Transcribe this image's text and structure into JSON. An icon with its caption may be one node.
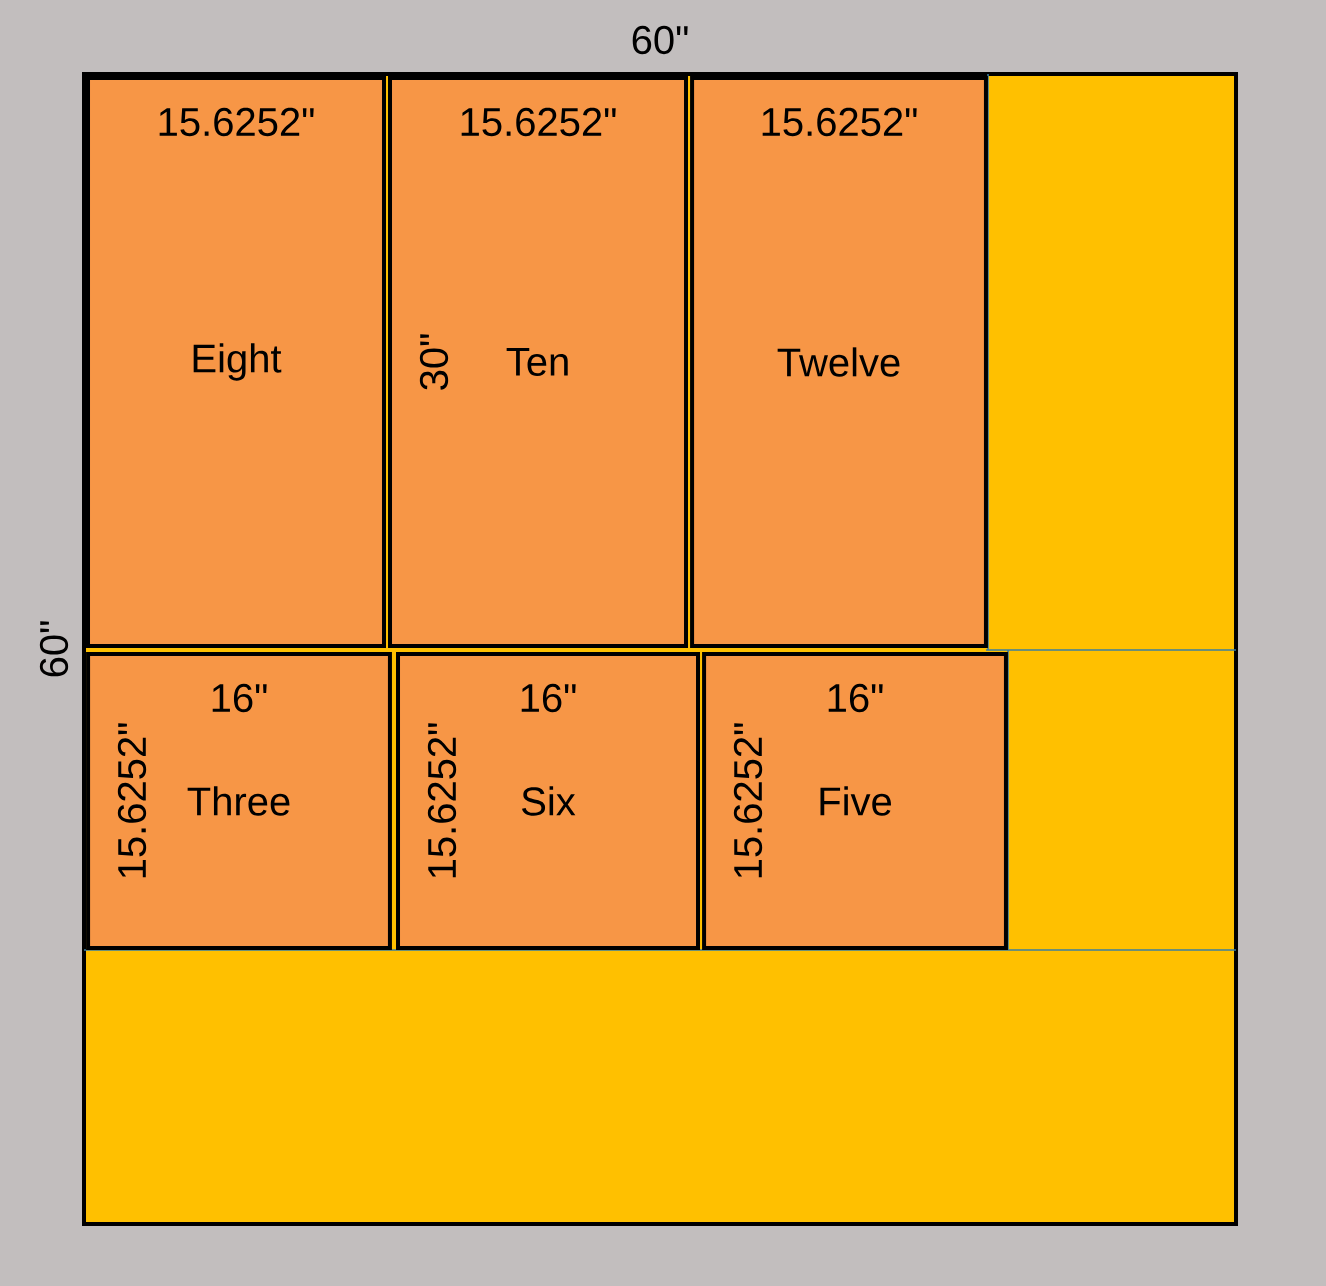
{
  "diagram": {
    "nodes": [
      {
        "text": [],
        "shape": "box",
        "beside": [
          "60\"",
          "60\""
        ]
      },
      {
        "text": [
          "15.6252\"",
          "Eight"
        ],
        "in": 0
      },
      {
        "text": [
          "15.6252\"",
          "30\"",
          "Ten"
        ],
        "in": 0
      },
      {
        "text": [
          "15.6252\"",
          "Twelve"
        ],
        "in": 0
      },
      {
        "text": [
          "16\"",
          "15.6252\"",
          "Three"
        ],
        "in": 0
      },
      {
        "text": [
          "16\"",
          "15.6252\"",
          "Six"
        ],
        "in": 0
      },
      {
        "text": [
          "16\"",
          "15.6252\"",
          "Five"
        ],
        "in": 0
      }
    ]
  }
}
